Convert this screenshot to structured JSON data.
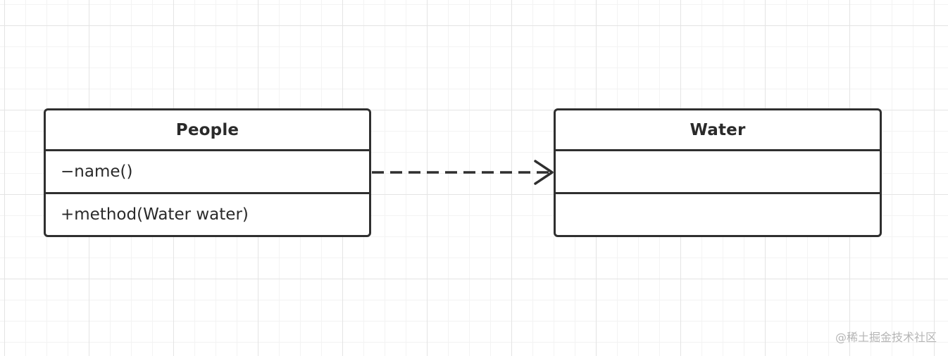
{
  "classes": [
    {
      "name": "People",
      "attributes": [
        "−name()"
      ],
      "methods": [
        "+method(Water water)"
      ]
    },
    {
      "name": "Water",
      "attributes": [
        ""
      ],
      "methods": [
        ""
      ]
    }
  ],
  "relationship": {
    "type": "dependency",
    "from": "People",
    "to": "Water",
    "line_style": "dashed",
    "head": "open-arrow"
  },
  "colors": {
    "stroke": "#2f2f2f",
    "grid_major": "#e4e4e4",
    "grid_minor": "#f3f3f3",
    "background": "#ffffff"
  },
  "watermark": "@稀土掘金技术社区"
}
